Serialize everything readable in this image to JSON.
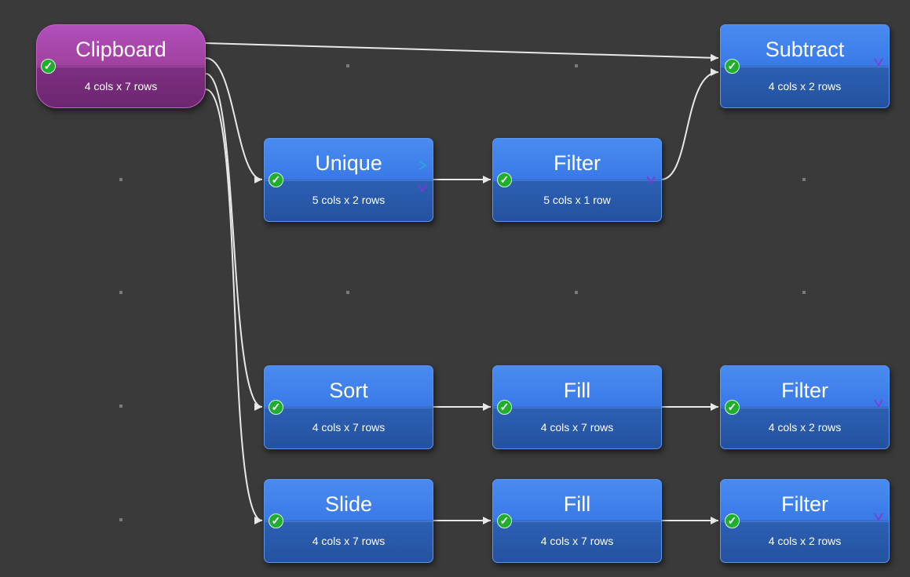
{
  "canvas": {
    "background_color": "#3a3a3a",
    "wire_color": "#e8e8e8",
    "ready_icon": "checkmark-circle-icon"
  },
  "nodes": {
    "clipboard": {
      "title": "Clipboard",
      "subtitle": "4 cols x 7 rows"
    },
    "subtract": {
      "title": "Subtract",
      "subtitle": "4 cols x 2 rows"
    },
    "unique": {
      "title": "Unique",
      "subtitle": "5 cols x 2 rows"
    },
    "filter_1": {
      "title": "Filter",
      "subtitle": "5 cols x 1 row"
    },
    "sort": {
      "title": "Sort",
      "subtitle": "4 cols x 7 rows"
    },
    "fill_1": {
      "title": "Fill",
      "subtitle": "4 cols x 7 rows"
    },
    "filter_2": {
      "title": "Filter",
      "subtitle": "4 cols x 2 rows"
    },
    "slide": {
      "title": "Slide",
      "subtitle": "4 cols x 7 rows"
    },
    "fill_2": {
      "title": "Fill",
      "subtitle": "4 cols x 7 rows"
    },
    "filter_3": {
      "title": "Filter",
      "subtitle": "4 cols x 2 rows"
    }
  },
  "colors": {
    "transform_node": "#3a7ae8",
    "source_node": "#a0429f",
    "ready_check": "#1fae2e",
    "output_port": "#8a33d8",
    "secondary_port": "#2aa9d8"
  }
}
